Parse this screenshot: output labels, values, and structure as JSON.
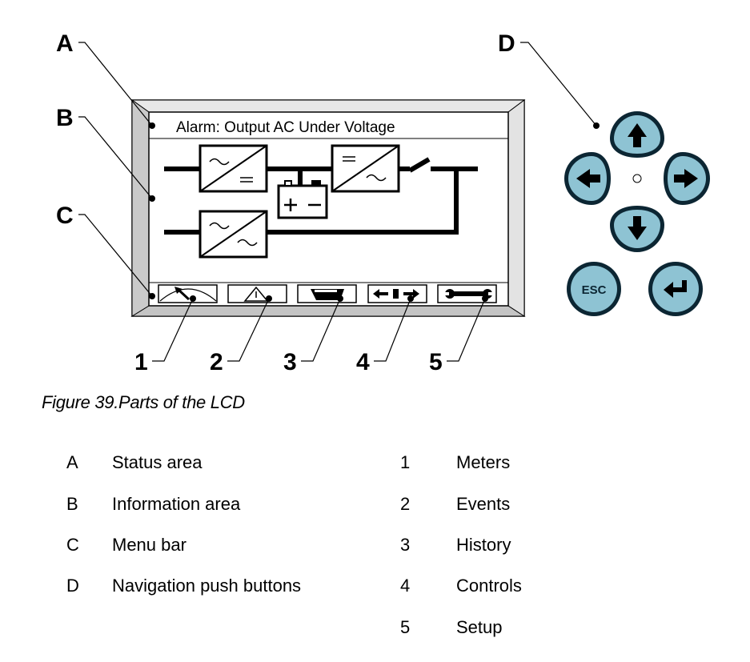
{
  "lcd": {
    "status_text": "Alarm: Output AC Under Voltage",
    "esc_label": "ESC"
  },
  "callouts": {
    "A": "A",
    "B": "B",
    "C": "C",
    "D": "D",
    "n1": "1",
    "n2": "2",
    "n3": "3",
    "n4": "4",
    "n5": "5"
  },
  "icons": {
    "menu": [
      "meter-gauge-icon",
      "warning-triangle-icon",
      "history-book-icon",
      "controls-arrows-icon",
      "setup-wrench-icon"
    ],
    "nav": [
      "arrow-up-icon",
      "arrow-left-icon",
      "arrow-right-icon",
      "arrow-down-icon",
      "esc-button",
      "enter-icon"
    ]
  },
  "colors": {
    "button_fill": "#8ec3d3",
    "button_ring": "#0c2633"
  },
  "caption": "Figure 39.Parts of the LCD",
  "legend": {
    "left": [
      {
        "key": "A",
        "label": "Status area"
      },
      {
        "key": "B",
        "label": "Information area"
      },
      {
        "key": "C",
        "label": "Menu bar"
      },
      {
        "key": "D",
        "label": "Navigation push buttons"
      }
    ],
    "right": [
      {
        "key": "1",
        "label": "Meters"
      },
      {
        "key": "2",
        "label": "Events"
      },
      {
        "key": "3",
        "label": "History"
      },
      {
        "key": "4",
        "label": "Controls"
      },
      {
        "key": "5",
        "label": "Setup"
      }
    ]
  }
}
